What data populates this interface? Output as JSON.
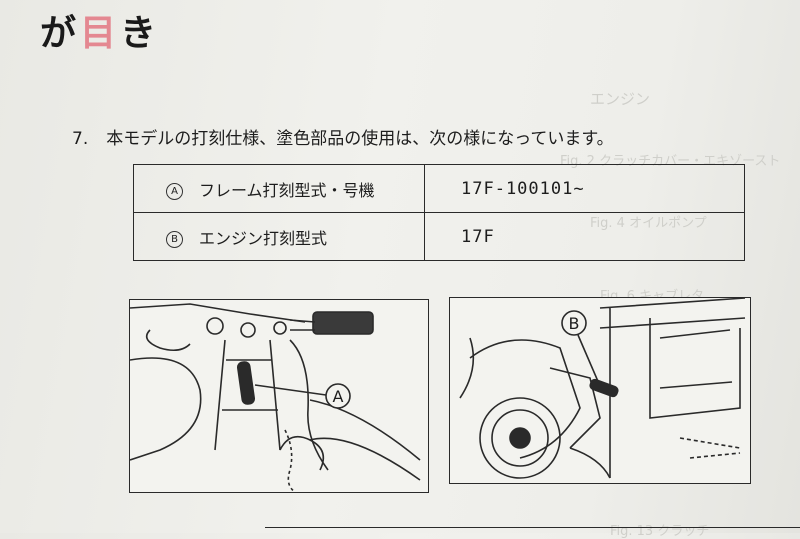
{
  "heading": {
    "part1": "が",
    "part2": "目",
    "part3": "き"
  },
  "item": {
    "number": "7.",
    "text": "本モデルの打刻仕様、塗色部品の使用は、次の様になっています。"
  },
  "table": {
    "rows": [
      {
        "marker": "A",
        "label": "フレーム打刻型式・号機",
        "value": "17F-100101~"
      },
      {
        "marker": "B",
        "label": "エンジン打刻型式",
        "value": "17F"
      }
    ]
  },
  "figures": {
    "left_callout": "A",
    "right_callout": "B"
  }
}
